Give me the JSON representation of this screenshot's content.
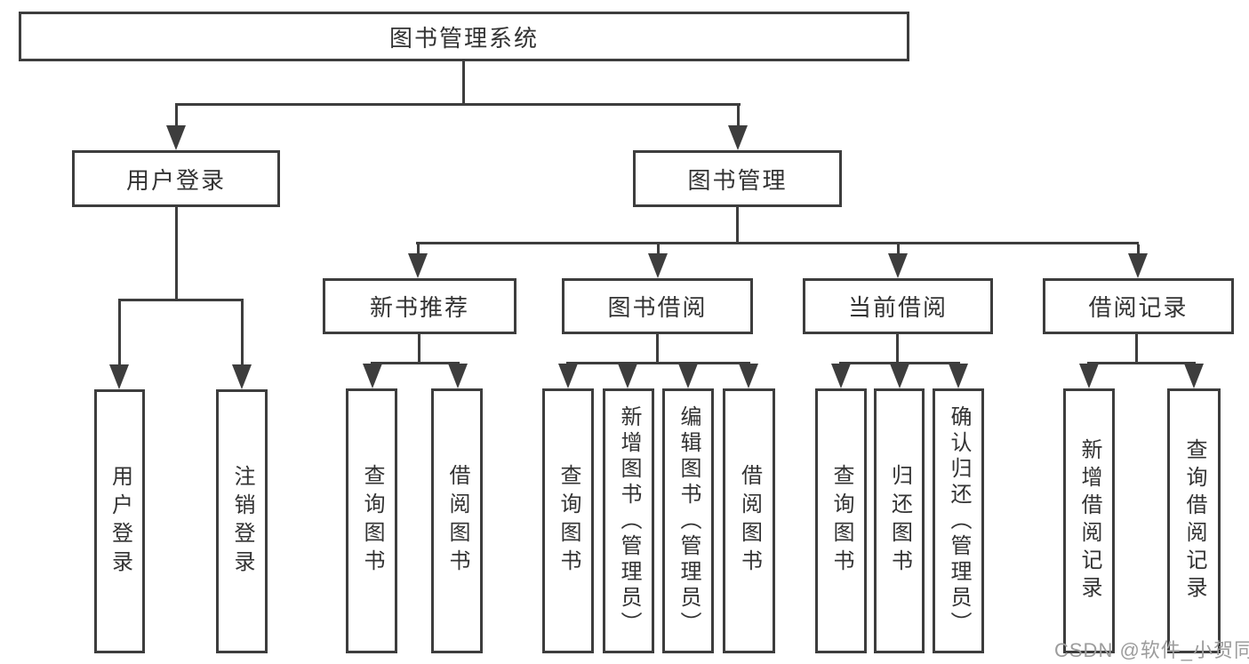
{
  "tree": {
    "root": {
      "label": "图书管理系统"
    },
    "branches": [
      {
        "label": "用户登录",
        "children": [
          {
            "label": "用户登录"
          },
          {
            "label": "注销登录"
          }
        ]
      },
      {
        "label": "图书管理",
        "children": [
          {
            "label": "新书推荐",
            "children": [
              {
                "label": "查询图书"
              },
              {
                "label": "借阅图书"
              }
            ]
          },
          {
            "label": "图书借阅",
            "children": [
              {
                "label": "查询图书"
              },
              {
                "label": "新增图书（管理员）"
              },
              {
                "label": "编辑图书（管理员）"
              },
              {
                "label": "借阅图书"
              }
            ]
          },
          {
            "label": "当前借阅",
            "children": [
              {
                "label": "查询图书"
              },
              {
                "label": "归还图书"
              },
              {
                "label": "确认归还（管理员）"
              }
            ]
          },
          {
            "label": "借阅记录",
            "children": [
              {
                "label": "新增借阅记录"
              },
              {
                "label": "查询借阅记录"
              }
            ]
          }
        ]
      }
    ]
  },
  "watermark": "CSDN @软件_小贺同学",
  "colors": {
    "line": "#3d3d3d",
    "text": "#333333",
    "watermark": "#9c9c9c",
    "background": "#ffffff"
  }
}
